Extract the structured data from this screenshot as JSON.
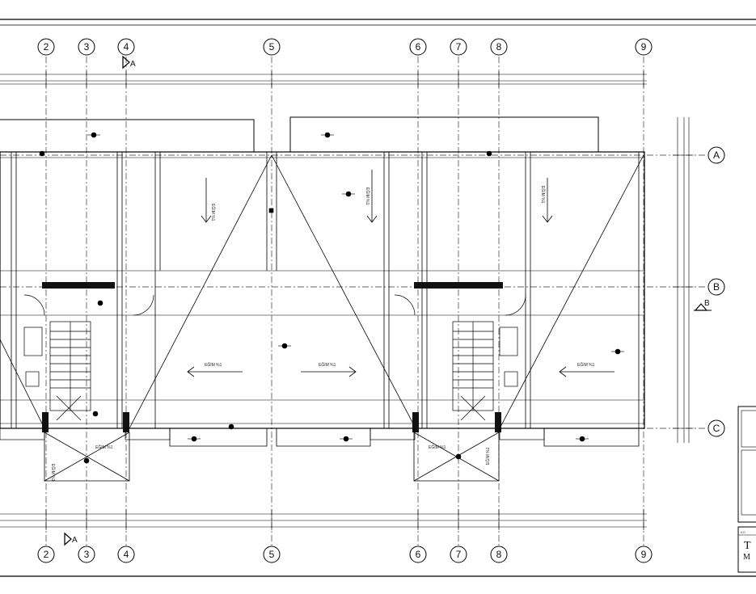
{
  "drawing": {
    "column_axes": [
      "2",
      "3",
      "4",
      "5",
      "6",
      "7",
      "8",
      "9"
    ],
    "row_axes": [
      "A",
      "B",
      "C"
    ],
    "section_markers": [
      "A",
      "B",
      "A"
    ],
    "room_labels": [
      "EĞİM %1",
      "EĞİM %1",
      "EĞİM %1",
      "EĞİM %1",
      "EĞİM %1",
      "EĞİM %1",
      "EĞİM %1",
      "EĞİM %1",
      "EĞİM %1",
      "EĞİM %1"
    ],
    "title_block": {
      "header": "KO",
      "title": "T",
      "subtitle": "M"
    }
  }
}
